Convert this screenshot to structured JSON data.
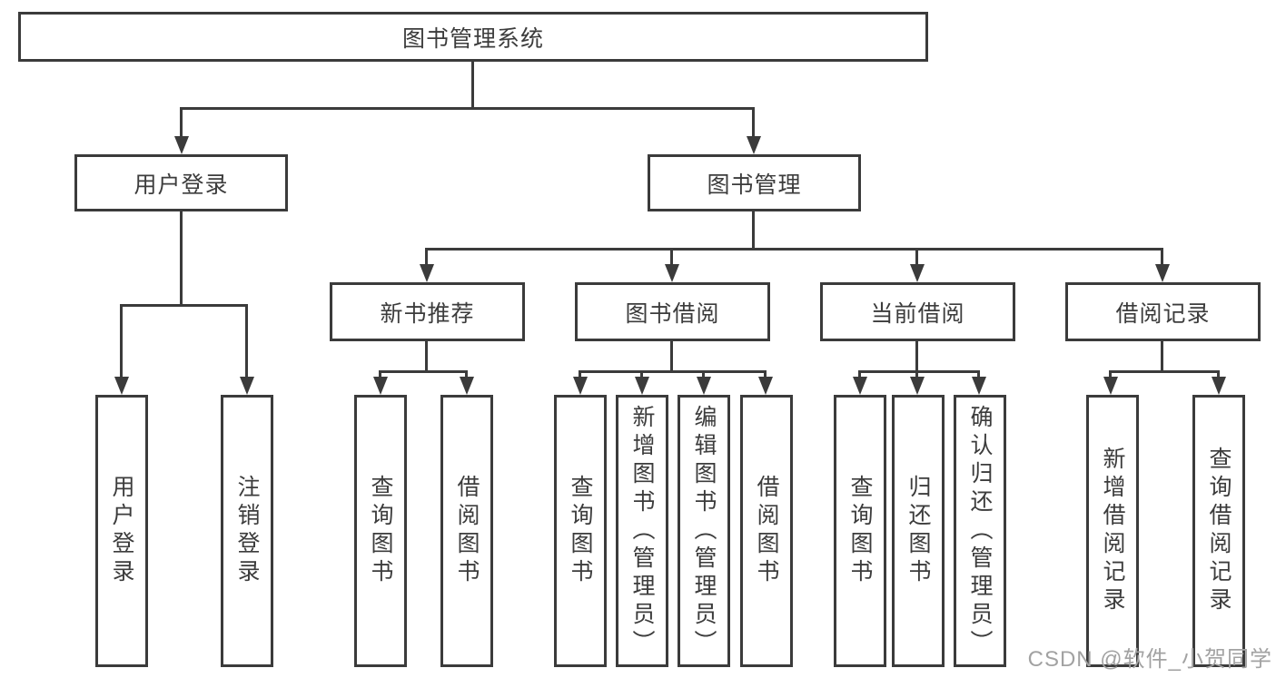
{
  "title": "图书管理系统",
  "level1": [
    {
      "label": "用户登录"
    },
    {
      "label": "图书管理"
    }
  ],
  "level2": [
    {
      "label": "新书推荐"
    },
    {
      "label": "图书借阅"
    },
    {
      "label": "当前借阅"
    },
    {
      "label": "借阅记录"
    }
  ],
  "leaves": [
    {
      "label": "用户登录"
    },
    {
      "label": "注销登录"
    },
    {
      "label": "查询图书"
    },
    {
      "label": "借阅图书"
    },
    {
      "label": "查询图书"
    },
    {
      "label": "新增图书（管理员）"
    },
    {
      "label": "编辑图书（管理员）"
    },
    {
      "label": "借阅图书"
    },
    {
      "label": "查询图书"
    },
    {
      "label": "归还图书"
    },
    {
      "label": "确认归还（管理员）"
    },
    {
      "label": "新增借阅记录"
    },
    {
      "label": "查询借阅记录"
    }
  ],
  "watermark": "CSDN @软件_小贺同学",
  "colors": {
    "line": "#3b3b3b",
    "text": "#3c3c3c",
    "watermark": "#a2a2a2",
    "background": "#ffffff"
  }
}
